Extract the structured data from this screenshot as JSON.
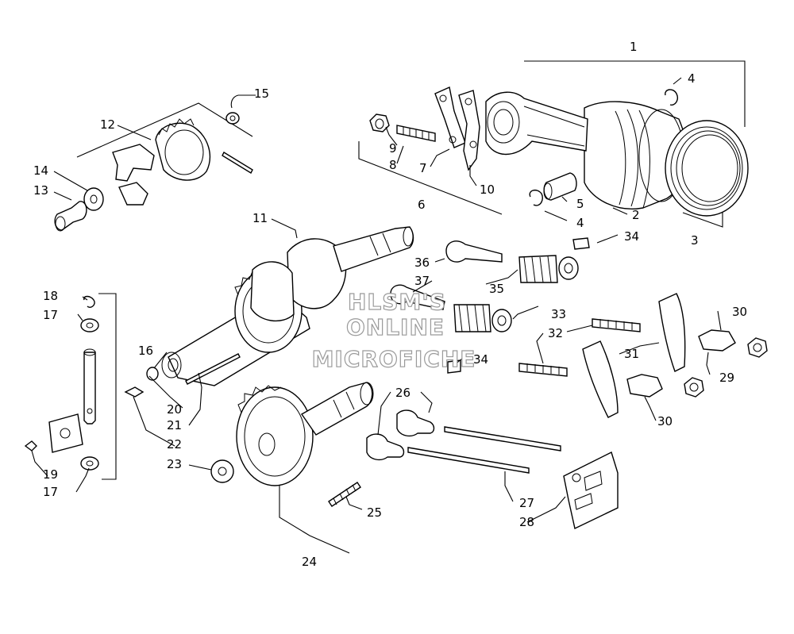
{
  "diagram": {
    "callouts": {
      "c1": "1",
      "c2": "2",
      "c3": "3",
      "c4a": "4",
      "c4b": "4",
      "c5": "5",
      "c6": "6",
      "c7": "7",
      "c8": "8",
      "c9": "9",
      "c10": "10",
      "c11": "11",
      "c12": "12",
      "c13": "13",
      "c14": "14",
      "c15": "15",
      "c16": "16",
      "c17a": "17",
      "c17b": "17",
      "c18": "18",
      "c19": "19",
      "c20": "20",
      "c21": "21",
      "c22": "22",
      "c23": "23",
      "c24": "24",
      "c25": "25",
      "c26": "26",
      "c27": "27",
      "c28": "28",
      "c29": "29",
      "c30a": "30",
      "c30b": "30",
      "c31": "31",
      "c32": "32",
      "c33": "33",
      "c34a": "34",
      "c34b": "34",
      "c35": "35",
      "c36": "36",
      "c37": "37"
    },
    "watermark": {
      "line1": "HLSM'S",
      "line2": "ONLINE",
      "line3": "MICROFICHE"
    }
  }
}
